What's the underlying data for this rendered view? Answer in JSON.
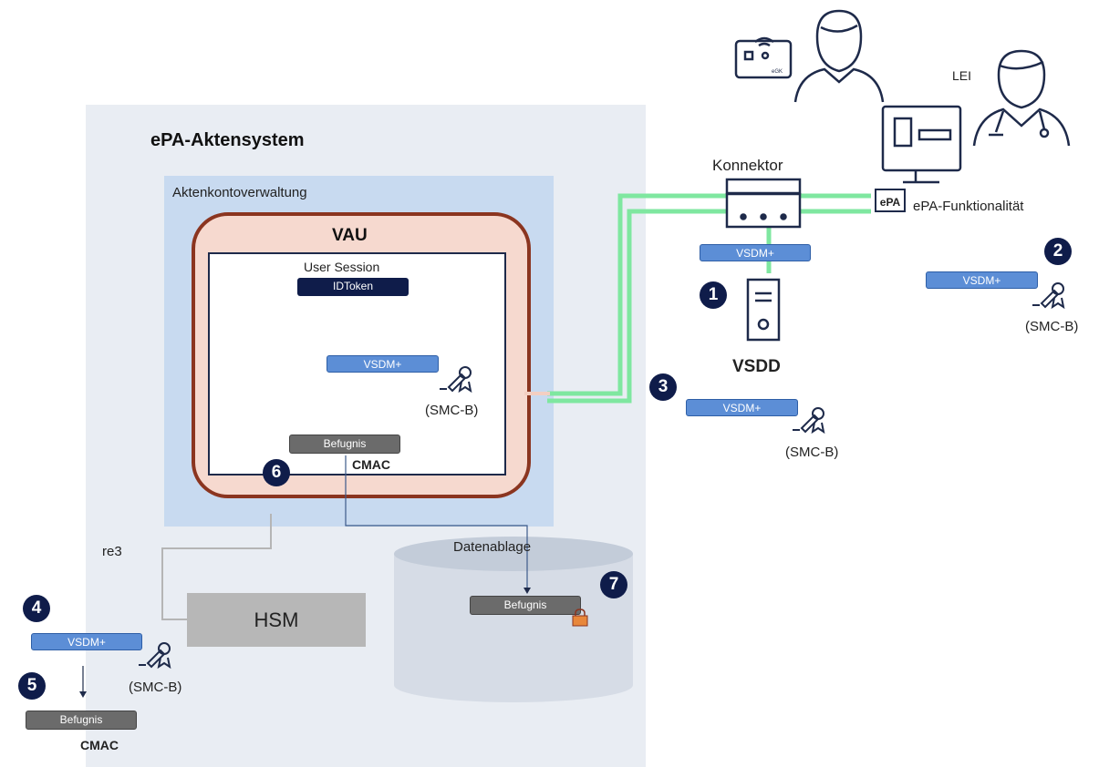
{
  "title": "ePA-Aktensystem",
  "aktenkonto_label": "Aktenkontoverwaltung",
  "vau_label": "VAU",
  "user_session_label": "User Session",
  "idtoken_label": "IDToken",
  "vsdm_label": "VSDM+",
  "smcb_label": "(SMC-B)",
  "befugnis_label": "Befugnis",
  "cmac_label": "CMAC",
  "re3_label": "re3",
  "hsm_label": "HSM",
  "datenablage_label": "Datenablage",
  "konnektor_label": "Konnektor",
  "vsdd_label": "VSDD",
  "lei_label": "LEI",
  "epa_func_label": "ePA-Funktionalität",
  "epa_badge": "ePA",
  "egk_text": "eGK",
  "steps": [
    "1",
    "2",
    "3",
    "4",
    "5",
    "6",
    "7"
  ],
  "colors": {
    "link": "#7fe7a0",
    "navy": "#0f1c4a",
    "vau_border": "#8b3520",
    "vsdm": "#5c8ed6"
  }
}
